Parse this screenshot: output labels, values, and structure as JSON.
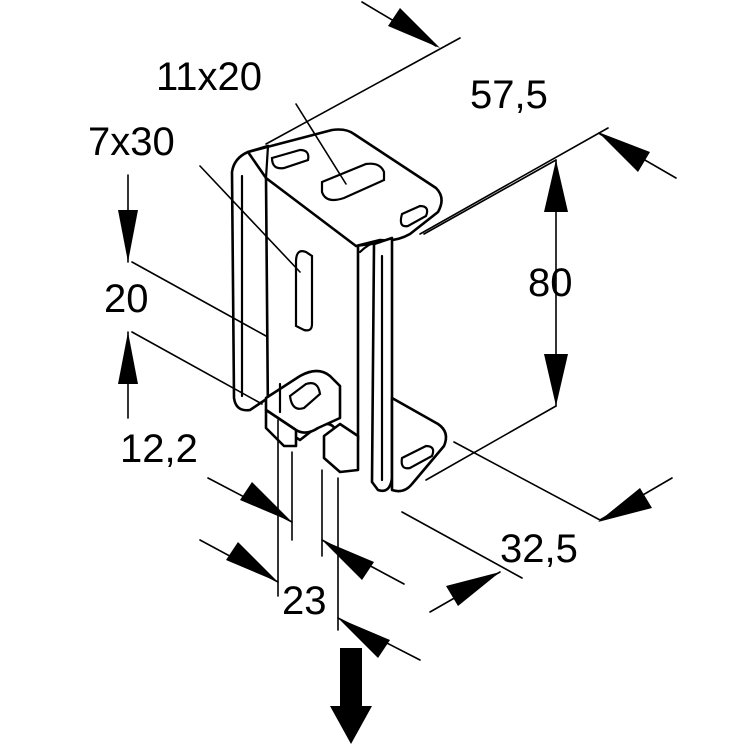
{
  "dimensions": {
    "length": "57,5",
    "height": "80",
    "depth": "32,5",
    "slot_top": "11x20",
    "slot_side": "7x30",
    "upper_spacing": "20",
    "lower_offset": "12,2",
    "bottom_slot_width": "23"
  },
  "colors": {
    "line": "#000000",
    "background": "#ffffff"
  },
  "icons": {
    "load_direction": "arrow-down-icon"
  }
}
